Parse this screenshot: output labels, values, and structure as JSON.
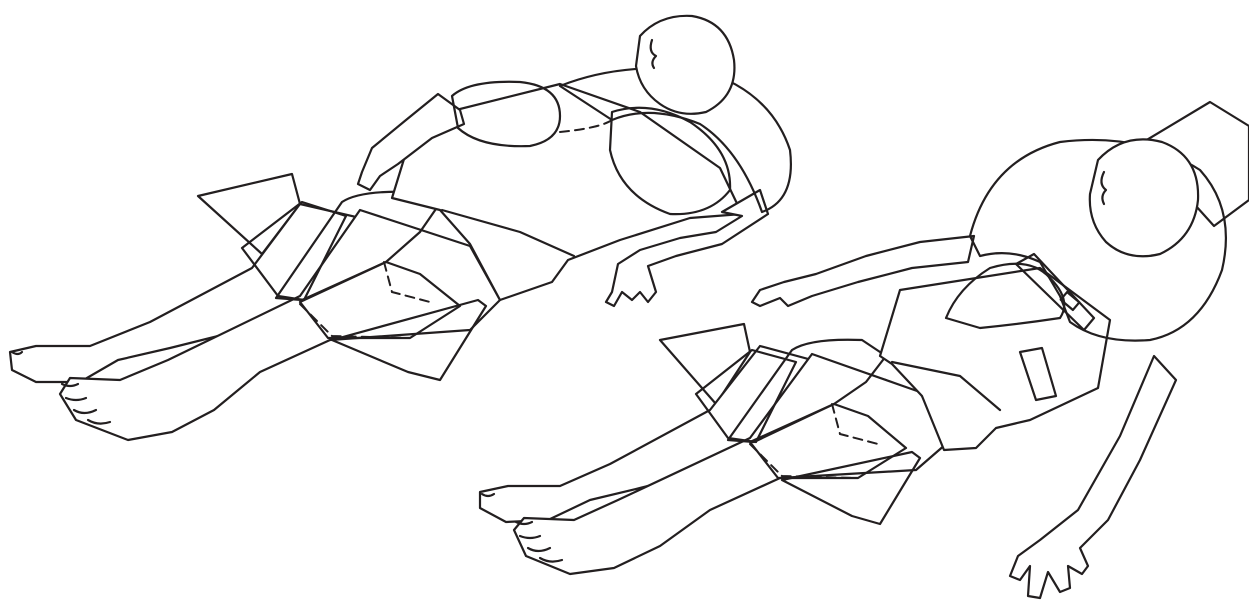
{
  "colors": {
    "background": "#ffffff",
    "outline": "#231f20",
    "device_dark": "#9b9c9f",
    "device_light": "#bfc0c2",
    "see_through": "#d9dadb",
    "skin": "#ffffff"
  },
  "figures": [
    {
      "name": "figure-left",
      "devices": [
        "neck-collar",
        "back-float-pad",
        "leg-float-wedge"
      ]
    },
    {
      "name": "figure-right",
      "devices": [
        "vest-collar-with-strap",
        "leg-float-wedge"
      ]
    }
  ]
}
